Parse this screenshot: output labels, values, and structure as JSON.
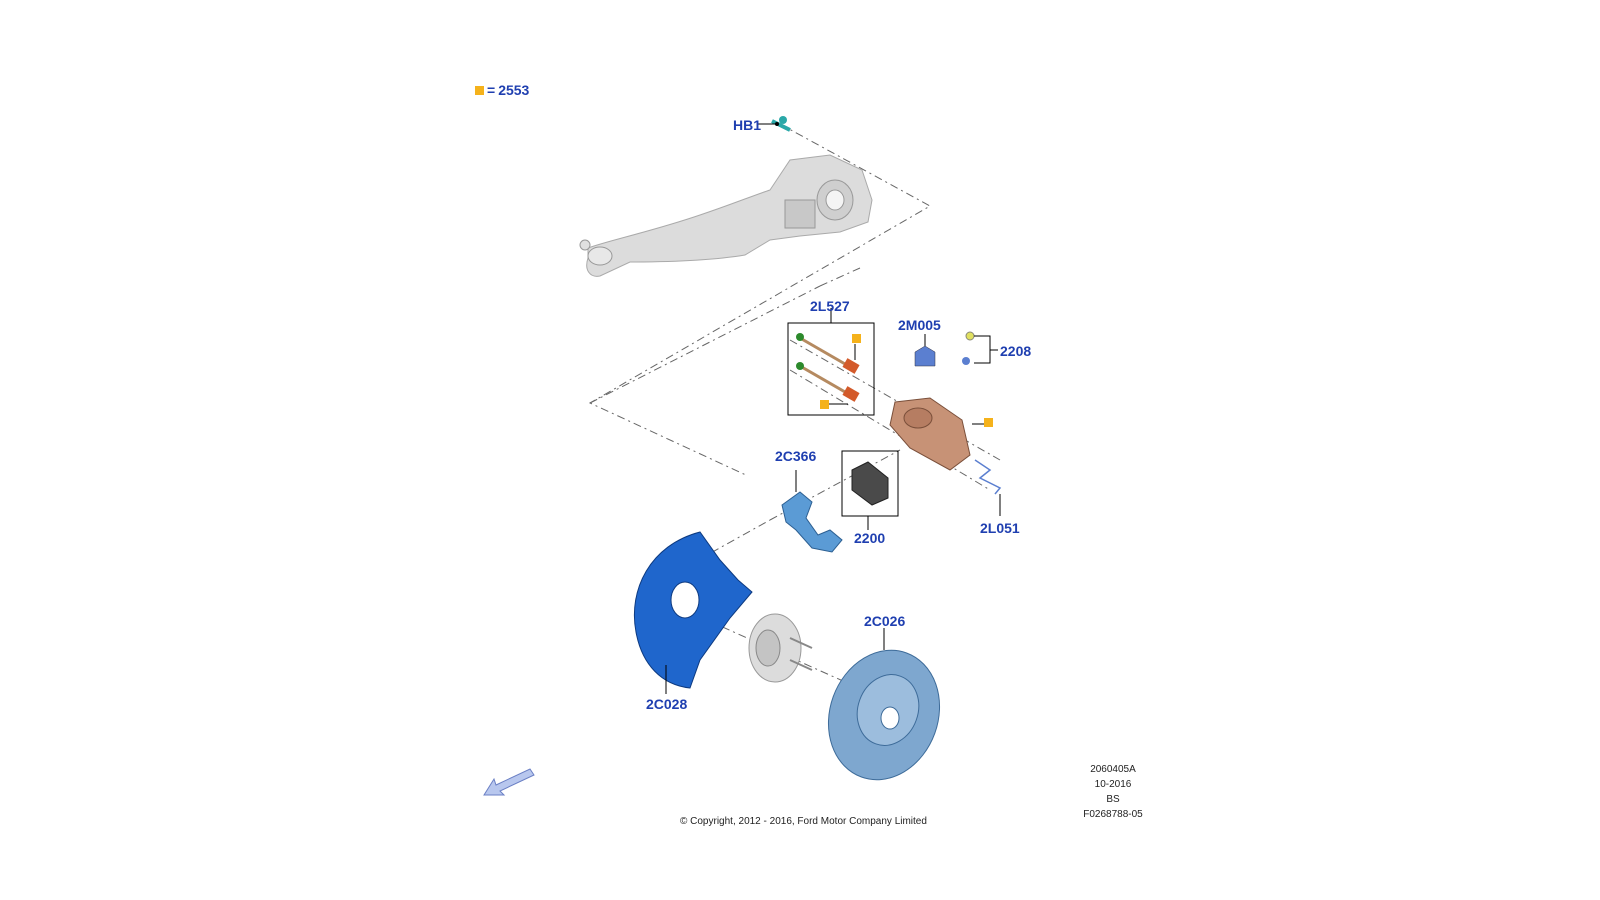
{
  "legend": {
    "symbol_color": "#f5b21b",
    "equals": "=",
    "code": "2553"
  },
  "parts": {
    "hb1": "HB1",
    "p2l527": "2L527",
    "p2m005": "2M005",
    "p2208": "2208",
    "p2c366": "2C366",
    "p2200": "2200",
    "p2l051": "2L051",
    "p2c026": "2C026",
    "p2c028": "2C028"
  },
  "colors": {
    "label": "#1f3fb0",
    "caliper": "#c08a6a",
    "bracket": "#5b9bd5",
    "shield": "#1f5fc0",
    "rotor": "#7fa6cc",
    "knuckle": "#d5d5d5",
    "pad": "#444444",
    "accent": "#f5b21b"
  },
  "footer": {
    "copyright": "© Copyright, 2012 - 2016, Ford Motor Company Limited",
    "doc_code": "2060405A",
    "date": "10-2016",
    "region": "BS",
    "ref": "F0268788-05"
  },
  "icons": {
    "direction": "arrow-icon"
  }
}
